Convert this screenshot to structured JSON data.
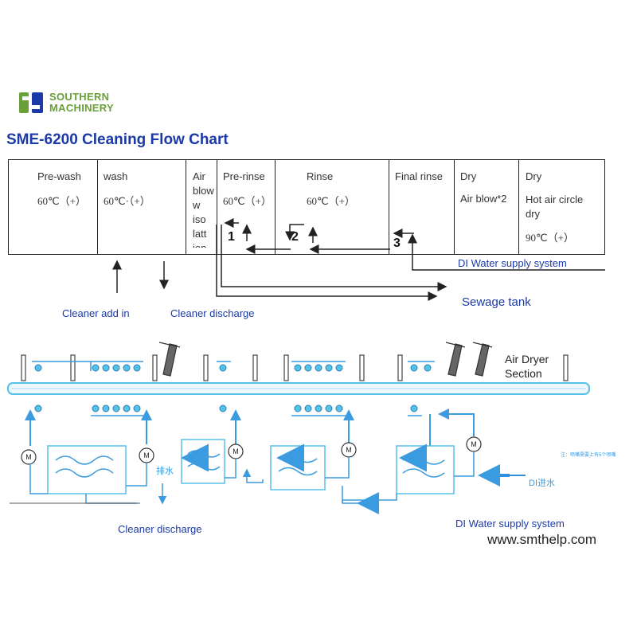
{
  "logo": {
    "line1": "SOUTHERN",
    "line2": "MACHINERY",
    "color": "#6aa03a"
  },
  "title": "SME-6200 Cleaning Flow Chart",
  "stages": [
    {
      "name": "Pre-wash",
      "temp": "60℃（+）"
    },
    {
      "name": "wash",
      "temp": "60℃·（+）"
    },
    {
      "name": "Air blow iso lattion"
    },
    {
      "name": "Pre-rinse",
      "temp": "60℃（+）"
    },
    {
      "name": "Rinse",
      "temp": "60℃（+）"
    },
    {
      "name": "Final rinse"
    },
    {
      "name": "Dry",
      "sub": "Air blow*2"
    },
    {
      "name": "Dry",
      "sub": "Hot air circle dry",
      "temp": "90℃（+）"
    }
  ],
  "air_blow_lines": [
    "Air",
    "blow",
    "w",
    "iso",
    "latt",
    "ion"
  ],
  "hot_air_lines": [
    "Hot air circle",
    "dry"
  ],
  "step_numbers": [
    "1",
    "2",
    "3"
  ],
  "labels": {
    "di_top": "DI Water supply system",
    "sewage": "Sewage tank",
    "cleaner_add": "Cleaner add in",
    "cleaner_discharge_top": "Cleaner discharge",
    "cleaner_discharge_bottom": "Cleaner discharge",
    "di_bottom": "DI Water supply system",
    "air_dryer_1": "Air Dryer",
    "air_dryer_2": "Section",
    "drain_cn": "排水",
    "di_in_cn": "DI进水",
    "note_cn": "注：喷嘴需要上有5个喷嘴",
    "motor": "M",
    "website": "www.smthelp.com"
  },
  "colors": {
    "title": "#1b3aa8",
    "pipe": "#3b9be0",
    "equipment": "#57c2e8",
    "line": "#222222"
  }
}
